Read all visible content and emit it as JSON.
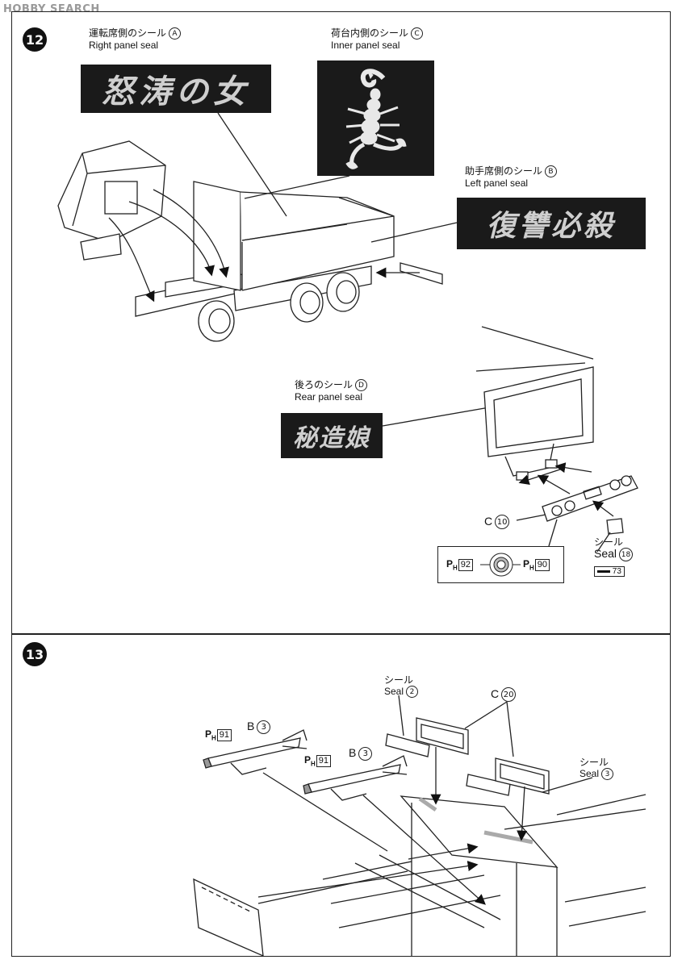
{
  "watermark": "HOBBY SEARCH",
  "step12": {
    "number": "12",
    "seal_a": {
      "jp": "運転席側のシール",
      "en": "Right panel seal",
      "marker": "A",
      "decal_text": "怒涛の女"
    },
    "seal_c": {
      "jp": "荷台内側のシール",
      "en": "Inner panel seal",
      "marker": "C"
    },
    "seal_b": {
      "jp": "助手席側のシール",
      "en": "Left panel seal",
      "marker": "B",
      "decal_text": "復讐必殺"
    },
    "seal_d": {
      "jp": "後ろのシール",
      "en": "Rear panel seal",
      "marker": "D",
      "decal_text": "秘造娘"
    },
    "part_c10": {
      "letter": "C",
      "num": "10"
    },
    "seal18": {
      "jp": "シール",
      "en": "Seal",
      "num": "18",
      "page_ref": "73"
    },
    "paint": {
      "left_code": "H",
      "left_num": "92",
      "right_code": "H",
      "right_num": "90"
    }
  },
  "step13": {
    "number": "13",
    "seal2": {
      "jp": "シール",
      "en": "Seal",
      "num": "2"
    },
    "part_c20": {
      "letter": "C",
      "num": "20"
    },
    "seal3": {
      "jp": "シール",
      "en": "Seal",
      "num": "3"
    },
    "part_b3a": {
      "letter": "B",
      "num": "3"
    },
    "part_b3b": {
      "letter": "B",
      "num": "3"
    },
    "paint_a": {
      "code": "H",
      "num": "91"
    },
    "paint_b": {
      "code": "H",
      "num": "91"
    }
  }
}
